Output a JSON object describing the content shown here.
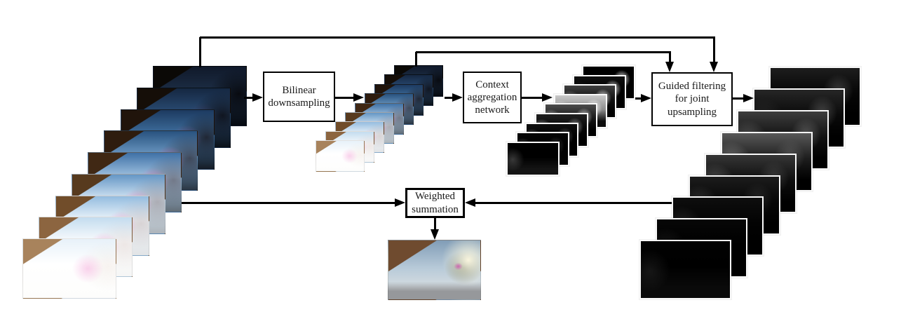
{
  "figure": {
    "background": "#ffffff",
    "line_color": "#000000",
    "description_names": {
      "left_stack": "input-exposure-stack",
      "middle_stack": "downsampled-exposure-stack",
      "gray_stack": "low-res-weight-map-stack",
      "right_stack": "upsampled-weight-map-stack",
      "result": "fused-result-image"
    }
  },
  "boxes": {
    "bilinear": {
      "label": "Bilinear downsampling"
    },
    "context": {
      "label": "Context aggregation network"
    },
    "guided": {
      "label": "Guided filtering for joint upsampling"
    },
    "weighted": {
      "label": "Weighted summation"
    }
  },
  "stacks": {
    "input_exposures": {
      "count": 9,
      "frames": [
        {
          "sky": "#10192a",
          "horizon": "#1c2d44",
          "ground": "#060a10",
          "roof": "#0b0906",
          "tree": "rgba(5,5,8,0.85)",
          "flower": "rgba(0,0,0,0)"
        },
        {
          "sky": "#152741",
          "horizon": "#2a4c74",
          "ground": "#0b1118",
          "roof": "#150e08",
          "tree": "rgba(12,12,18,0.85)",
          "flower": "rgba(140,70,120,0.2)"
        },
        {
          "sky": "#1c3a60",
          "horizon": "#40709f",
          "ground": "#161d26",
          "roof": "#20140b",
          "tree": "rgba(25,22,28,0.8)",
          "flower": "rgba(180,85,150,0.4)"
        },
        {
          "sky": "#28527f",
          "horizon": "#6d9ac4",
          "ground": "#2c3743",
          "roof": "#2e1c0e",
          "tree": "rgba(45,40,48,0.7)",
          "flower": "rgba(205,100,170,0.55)"
        },
        {
          "sky": "#3f71a6",
          "horizon": "#a3c4e2",
          "ground": "#626d77",
          "roof": "#402814",
          "tree": "rgba(85,75,82,0.6)",
          "flower": "rgba(220,115,185,0.65)"
        },
        {
          "sky": "#6496c5",
          "horizon": "#d4e5f3",
          "ground": "#aeb5bb",
          "roof": "#573a1e",
          "tree": "rgba(135,120,122,0.5)",
          "flower": "rgba(232,135,200,0.7)"
        },
        {
          "sky": "#94bcdf",
          "horizon": "#eff6fb",
          "ground": "#e2e4e6",
          "roof": "#714d2a",
          "tree": "rgba(185,165,162,0.42)",
          "flower": "rgba(240,158,214,0.75)"
        },
        {
          "sky": "#c3dcef",
          "horizon": "#fbfcfd",
          "ground": "#f6f6f5",
          "roof": "#8c6540",
          "tree": "rgba(212,194,188,0.36)",
          "flower": "rgba(244,176,222,0.75)"
        },
        {
          "sky": "#e7f1f9",
          "horizon": "#ffffff",
          "ground": "#fdfdfc",
          "roof": "#a8835c",
          "tree": "rgba(228,214,204,0.3)",
          "flower": "rgba(247,192,229,0.7)"
        }
      ]
    },
    "downsampled": {
      "count": 9,
      "frames": "same_as:input_exposures"
    },
    "weight_maps": {
      "count": 9,
      "frames": [
        {
          "top": "#000000",
          "mid": "#000000",
          "base": "#000000",
          "blob": "rgba(255,255,255,0.95)",
          "streak": "rgba(0,0,0,0)"
        },
        {
          "top": "#101010",
          "mid": "#000000",
          "base": "#000000",
          "blob": "rgba(255,255,255,0.92)",
          "streak": "rgba(80,80,80,0.35)"
        },
        {
          "top": "#3f3f3f",
          "mid": "#101010",
          "base": "#000000",
          "blob": "rgba(255,255,255,0.88)",
          "streak": "rgba(210,210,210,0.7)"
        },
        {
          "top": "#c9c9c9",
          "mid": "#8e8e8e",
          "base": "#0c0c0c",
          "blob": "rgba(255,255,255,0.9)",
          "streak": "rgba(255,255,255,0.85)"
        },
        {
          "top": "#4d4d4d",
          "mid": "#161616",
          "base": "#000000",
          "blob": "rgba(246,246,246,0.8)",
          "streak": "rgba(250,250,250,0.85)"
        },
        {
          "top": "#202020",
          "mid": "#060606",
          "base": "#000000",
          "blob": "rgba(232,232,232,0.62)",
          "streak": "rgba(242,242,242,0.8)"
        },
        {
          "top": "#0e0e0e",
          "mid": "#000000",
          "base": "#000000",
          "blob": "rgba(195,195,195,0.45)",
          "streak": "rgba(232,232,232,0.7)"
        },
        {
          "top": "#060606",
          "mid": "#000000",
          "base": "#030303",
          "blob": "rgba(150,150,150,0.32)",
          "streak": "rgba(205,205,205,0.55)"
        },
        {
          "top": "#010101",
          "mid": "#000000",
          "base": "#141414",
          "blob": "rgba(0,0,0,0)",
          "streak": "rgba(130,130,130,0.42)"
        }
      ]
    },
    "upsampled_weights": {
      "count": 9,
      "frames": [
        {
          "top": "#1d1d1d",
          "mid": "#060606",
          "base": "#000000",
          "blob": "rgba(95,95,95,0.55)",
          "streak": "rgba(0,0,0,0)"
        },
        {
          "top": "#262626",
          "mid": "#0a0a0a",
          "base": "#000000",
          "blob": "rgba(115,115,115,0.5)",
          "streak": "rgba(80,80,80,0.35)"
        },
        {
          "top": "#3d3d3d",
          "mid": "#121212",
          "base": "#000000",
          "blob": "rgba(135,135,135,0.5)",
          "streak": "rgba(150,150,150,0.5)"
        },
        {
          "top": "#585858",
          "mid": "#1d1d1d",
          "base": "#000000",
          "blob": "rgba(125,125,125,0.42)",
          "streak": "rgba(175,175,175,0.58)"
        },
        {
          "top": "#363636",
          "mid": "#0e0e0e",
          "base": "#000000",
          "blob": "rgba(105,105,105,0.4)",
          "streak": "rgba(145,145,145,0.5)"
        },
        {
          "top": "#1c1c1c",
          "mid": "#070707",
          "base": "#000000",
          "blob": "rgba(85,85,85,0.32)",
          "streak": "rgba(115,115,115,0.42)"
        },
        {
          "top": "#0e0e0e",
          "mid": "#030303",
          "base": "#000000",
          "blob": "rgba(0,0,0,0)",
          "streak": "rgba(95,95,95,0.36)"
        },
        {
          "top": "#070707",
          "mid": "#000000",
          "base": "#000000",
          "blob": "rgba(0,0,0,0)",
          "streak": "rgba(75,75,75,0.3)"
        },
        {
          "top": "#020202",
          "mid": "#000000",
          "base": "#0a0a0a",
          "blob": "rgba(0,0,0,0)",
          "streak": "rgba(65,65,65,0.32)"
        }
      ]
    }
  },
  "fused_image": {
    "colors": {
      "sky_top": "#819db7",
      "sky_bottom": "#b9cbd9",
      "ground": "#e6e7e5",
      "building": "#6f4b2f",
      "road": "#96989b",
      "sun": "rgba(255,250,225,0.95)",
      "trees": "rgba(75,82,55,0.7)",
      "sign": "rgba(205,85,175,0.85)"
    }
  }
}
